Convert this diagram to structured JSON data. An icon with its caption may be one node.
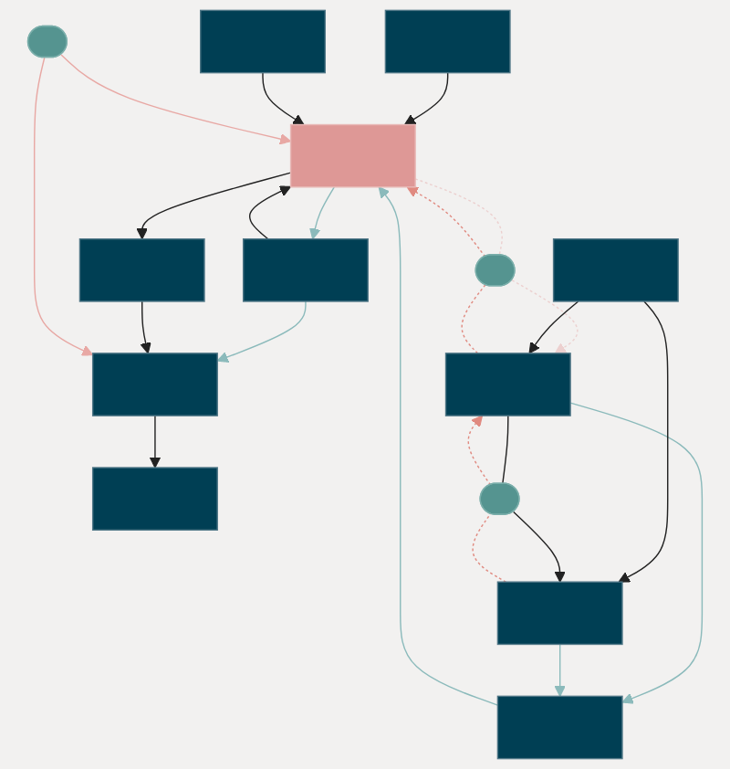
{
  "diagram": {
    "nodes": [
      {
        "text": [],
        "shape": "box"
      },
      {
        "text": [],
        "shape": "box"
      },
      {
        "text": [],
        "shape": "box"
      },
      {
        "text": [],
        "shape": "box"
      },
      {
        "text": [],
        "shape": "box"
      },
      {
        "text": [],
        "shape": "pill"
      },
      {
        "text": [],
        "shape": "box"
      },
      {
        "text": [],
        "shape": "box"
      },
      {
        "text": [],
        "shape": "pill"
      },
      {
        "text": [],
        "shape": "box"
      },
      {
        "text": [],
        "shape": "box"
      },
      {
        "text": [],
        "shape": "box"
      },
      {
        "text": [],
        "shape": "pill"
      },
      {
        "text": [],
        "shape": "box"
      }
    ],
    "edges": [
      {
        "from": 0,
        "to": 4,
        "arrow": "to"
      },
      {
        "from": 1,
        "to": 4,
        "arrow": "to"
      },
      {
        "from": 4,
        "to": 1,
        "arrow": "to",
        "color": "#8bbabb"
      },
      {
        "from": 4,
        "to": 2,
        "arrow": "to"
      },
      {
        "from": 1,
        "to": 6,
        "arrow": "to",
        "color": "#8bbabb"
      },
      {
        "from": 2,
        "to": 6,
        "arrow": "to"
      },
      {
        "from": 3,
        "to": 4,
        "arrow": "to"
      },
      {
        "from": 6,
        "to": 7,
        "arrow": "to"
      },
      {
        "from": 5,
        "to": 4,
        "arrow": "to",
        "color": "#e8a8a4"
      },
      {
        "from": 5,
        "to": 6,
        "arrow": "to",
        "color": "#e8a8a4"
      },
      {
        "from": 4,
        "to": 8,
        "arrow": "none",
        "style": "dashed",
        "color": "#ecd0cf"
      },
      {
        "from": 8,
        "to": 9,
        "arrow": "to",
        "style": "dashed",
        "color": "#ecd0cf"
      },
      {
        "from": 9,
        "to": 8,
        "arrow": "none",
        "style": "dashed",
        "color": "#e08a80"
      },
      {
        "from": 8,
        "to": 4,
        "arrow": "to",
        "style": "dashed",
        "color": "#e08a80"
      },
      {
        "from": 9,
        "to": 10,
        "arrow": "to",
        "color": "#8bbabb"
      },
      {
        "from": 10,
        "to": 4,
        "arrow": "to",
        "color": "#8bbabb"
      },
      {
        "from": 11,
        "to": 9,
        "arrow": "to"
      },
      {
        "from": 11,
        "to": 13,
        "arrow": "to"
      },
      {
        "from": 9,
        "to": 12,
        "arrow": "none"
      },
      {
        "from": 12,
        "to": 13,
        "arrow": "to"
      },
      {
        "from": 13,
        "to": 12,
        "arrow": "none",
        "style": "dashed",
        "color": "#e08a80"
      },
      {
        "from": 12,
        "to": 9,
        "arrow": "to",
        "style": "dashed",
        "color": "#e08a80"
      },
      {
        "from": 13,
        "to": 10,
        "arrow": "to",
        "color": "#8bbabb"
      }
    ]
  }
}
